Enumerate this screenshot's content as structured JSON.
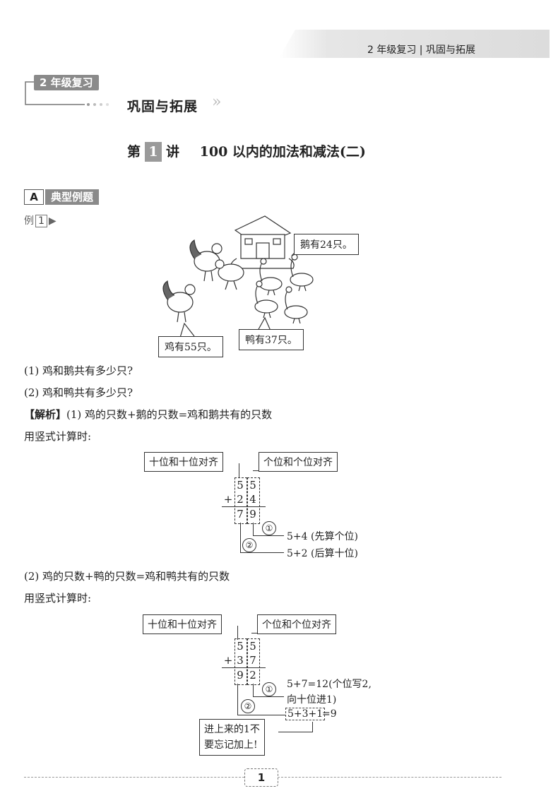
{
  "header": {
    "text": "2 年级复习 | 巩固与拓展"
  },
  "badge": {
    "label": "2 年级复习"
  },
  "section": {
    "title": "巩固与拓展"
  },
  "lesson": {
    "prefix": "第",
    "number": "1",
    "suffix": "讲",
    "title": "100 以内的加法和减法(二)"
  },
  "part_a": {
    "letter": "A",
    "title": "典型例题"
  },
  "example": {
    "prefix": "例",
    "number": "1"
  },
  "illustration": {
    "goose_bubble": "鹅有24只。",
    "chicken_bubble": "鸡有55只。",
    "duck_bubble": "鸭有37只。"
  },
  "questions": [
    "(1) 鸡和鹅共有多少只?",
    "(2) 鸡和鸭共有多少只?"
  ],
  "analysis": {
    "tag": "【解析】",
    "part1_text": "(1) 鸡的只数+鹅的只数=鸡和鹅共有的只数",
    "vertical_intro1": "用竖式计算时:",
    "part2_text": "(2) 鸡的只数+鸭的只数=鸡和鸭共有的只数",
    "vertical_intro2": "用竖式计算时:"
  },
  "calc1": {
    "tens_label": "十位和十位对齐",
    "ones_label": "个位和个位对齐",
    "row1": [
      "5",
      "5"
    ],
    "op": "+",
    "row2": [
      "2",
      "4"
    ],
    "result": [
      "7",
      "9"
    ],
    "step1_mark": "①",
    "step1_text": "5+4 (先算个位)",
    "step2_mark": "②",
    "step2_text": "5+2 (后算十位)"
  },
  "calc2": {
    "tens_label": "十位和十位对齐",
    "ones_label": "个位和个位对齐",
    "row1": [
      "5",
      "5"
    ],
    "op": "+",
    "row2": [
      "3",
      "7"
    ],
    "result": [
      "9",
      "2"
    ],
    "step1_mark": "①",
    "step1_text_a": "5+7=12(个位写2,",
    "step1_text_b": "向十位进1)",
    "step2_mark": "②",
    "step2_boxed": "5+3+1",
    "step2_result": "=9",
    "note_a": "进上来的1不",
    "note_b": "要忘记加上!"
  },
  "footer": {
    "page": "1"
  }
}
